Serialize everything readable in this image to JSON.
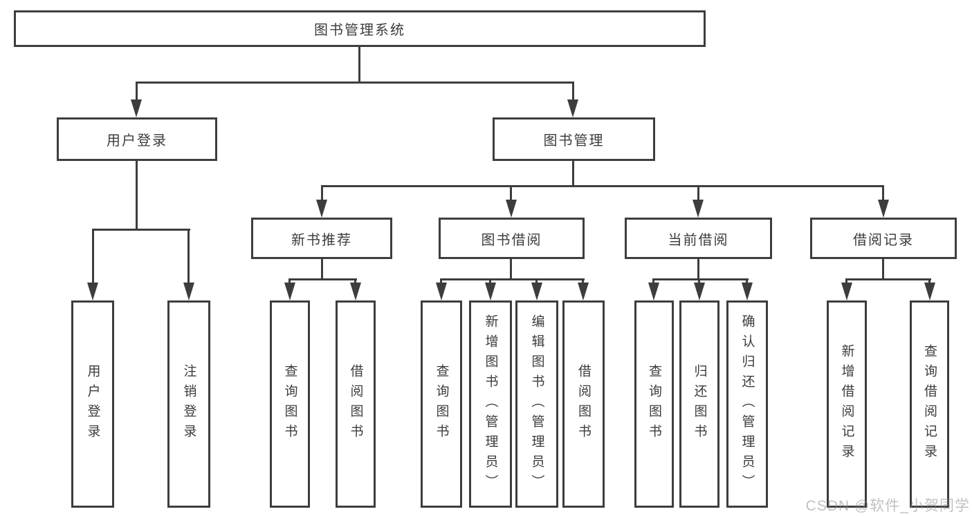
{
  "diagram": {
    "root": {
      "label": "图书管理系统"
    },
    "level2": [
      {
        "label": "用户登录"
      },
      {
        "label": "图书管理"
      }
    ],
    "level3": [
      {
        "label": "新书推荐"
      },
      {
        "label": "图书借阅"
      },
      {
        "label": "当前借阅"
      },
      {
        "label": "借阅记录"
      }
    ],
    "leaves": {
      "user_login": [
        "用户登录",
        "注销登录"
      ],
      "new_book_recommendation": [
        "查询图书",
        "借阅图书"
      ],
      "book_borrowing": [
        "查询图书",
        "新增图书（管理员）",
        "编辑图书（管理员）",
        "借阅图书"
      ],
      "current_borrowing": [
        "查询图书",
        "归还图书",
        "确认归还（管理员）"
      ],
      "borrowing_records": [
        "新增借阅记录",
        "查询借阅记录"
      ]
    }
  },
  "watermark": {
    "text": "CSDN @软件_小贺同学",
    "color": "#8c8c8c"
  },
  "colors": {
    "line": "#3d3d3d",
    "text": "#3c3c3c",
    "background": "#ffffff"
  }
}
